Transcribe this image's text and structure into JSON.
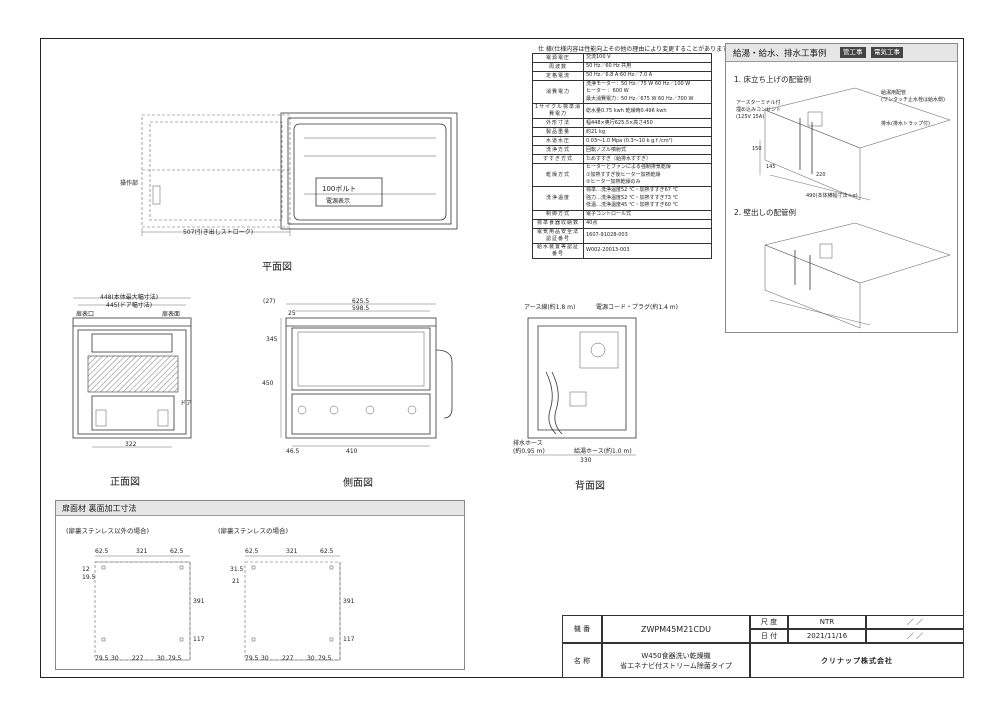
{
  "views": {
    "plan": "平面図",
    "front": "正面図",
    "side": "側面図",
    "back": "背面図"
  },
  "plan_view": {
    "operation_label": "操作部",
    "stroke_dim": "507(引き出しストローク)",
    "tag_100v": "100ボルト",
    "tag_power": "電源表示"
  },
  "front_view": {
    "dims": [
      "448(本体最大幅寸法)",
      "445(ドア幅寸法)",
      "322"
    ],
    "labels": [
      "扉表口",
      "扉表面",
      "ドア"
    ]
  },
  "side_view": {
    "dims": [
      "(27)",
      "625.5",
      "598.5",
      "25",
      "345",
      "450",
      "410",
      "46.5"
    ]
  },
  "back_view": {
    "labels": [
      "アース線(約1.8 m)",
      "電源コード・プラグ(約1.4 m)",
      "排水ホース",
      "(約0.95 m)",
      "給湯ホース(約1.0 m)"
    ],
    "dims": [
      "330"
    ]
  },
  "spec": {
    "title": "仕  様(仕様内容は性能向上その他の理由により変更することがあります。)",
    "rows": [
      {
        "k": "電源電圧",
        "v": "交流100 V"
      },
      {
        "k": "周波数",
        "v": "50 Hz／60 Hz  共用"
      },
      {
        "k": "定格電流",
        "v": "50 Hz／6.8 A  60 Hz／7.0 A"
      },
      {
        "k": "消費電力",
        "v": "洗浄モーター：50 Hz／75 W  60 Hz／100 W\nヒーター     ：600 W\n最大消費電力：50 Hz／675 W  60 Hz／700 W"
      },
      {
        "k": "1サイクル標準消費電力",
        "v": "総水量0.75 kwh  乾燥時0.496 kwh"
      },
      {
        "k": "外形寸法",
        "v": "幅448×奥行625.5×高さ450"
      },
      {
        "k": "製品重量",
        "v": "約21 kg"
      },
      {
        "k": "水道水圧",
        "v": "0.03～1.0 Mpa (0.3～10 k g f /cm²)"
      },
      {
        "k": "洗浄方式",
        "v": "回転ノズル噴射式"
      },
      {
        "k": "すすぎ方式",
        "v": "ためすすぎ（給排水すすぎ）"
      },
      {
        "k": "乾燥方式",
        "v": "ヒーターとファンによる強制排気乾燥\n①加熱すすぎ後ヒーター加熱乾燥\n②ヒーター加熱乾燥のみ"
      },
      {
        "k": "洗浄温度",
        "v": "標準…洗浄温度52 ℃・加熱すすぎ67 ℃\n強力…洗浄温度52 ℃・加熱すすぎ73 ℃\n低温…洗浄温度45 ℃・加熱すすぎ60 ℃"
      },
      {
        "k": "制御方式",
        "v": "電子コントロール式"
      },
      {
        "k": "標準食器収納数",
        "v": "40点"
      },
      {
        "k": "電気用品安全法\n認証番号",
        "v": "1607-91028-003"
      },
      {
        "k": "給水装置等認証番号",
        "v": "W002-20013-003"
      }
    ]
  },
  "pipe": {
    "title": "給湯・給水、排水工事例",
    "badge1": "管工事",
    "badge2": "電気工事",
    "section1": "1. 床立ち上げの配管例",
    "section2": "2. 壁出しの配管例",
    "note1": "アースターミナル付\n埋め込みコンセント\n(125V  15A)",
    "note2": "給湯用配管\n(ワンタッチ止水栓は給水側)",
    "note3": "排水(排水トラップ付)",
    "dims": [
      "490(本体横幅寸法＋α)",
      "145",
      "220",
      "150"
    ]
  },
  "proc": {
    "title": "扉面材 裏面加工寸法",
    "case1": "(扉裏ステンレス以外の場合)",
    "case2": "(扉裏ステンレスの場合)",
    "dims1_top": [
      "62.5",
      "321",
      "62.5"
    ],
    "dims1_left": [
      "12",
      "19.5"
    ],
    "dims1_right": [
      "391",
      "117"
    ],
    "dims1_bottom": [
      "79.5",
      "30",
      "227",
      "30",
      "79.5"
    ],
    "dims2_top": [
      "62.5",
      "321",
      "62.5"
    ],
    "dims2_left": [
      "31.5",
      "21"
    ],
    "dims2_right": [
      "391",
      "117"
    ],
    "dims2_bottom": [
      "79.5",
      "30",
      "227",
      "30",
      "79.5"
    ]
  },
  "title_block": {
    "model_label": "機  番",
    "model": "ZWPM45M21CDU",
    "scale_label": "尺  度",
    "scale": "NTR",
    "date_label": "日  付",
    "date": "2021/11/16",
    "name_label": "名  称",
    "name1": "W450食器洗い乾燥機",
    "name2": "省エネナビ付ストリーム除菌タイプ",
    "slash": "／  ／",
    "company": "クリナップ株式会社"
  }
}
